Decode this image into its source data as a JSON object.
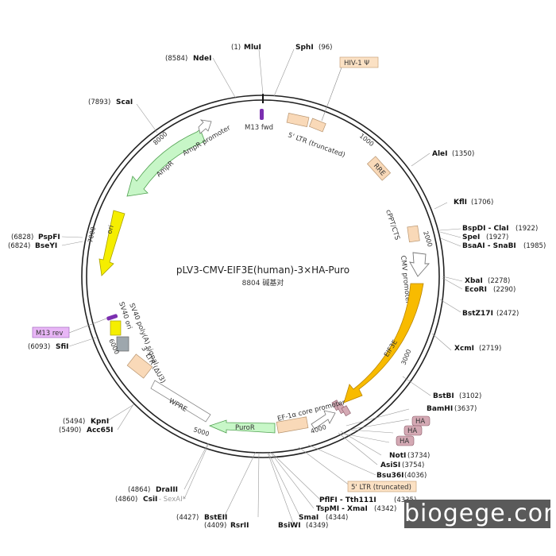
{
  "title": "pLV3-CMV-EIF3E(human)-3×HA-Puro",
  "subtitle": "8804 碱基对",
  "watermark": "biogege.com",
  "colors": {
    "ltr": "#f9d9b8",
    "ampr": "#c7f6c7",
    "ori": "#f5ee00",
    "eif3e": "#f8bb00",
    "puro": "#c8f7c8",
    "sv40ori": "#9ea7ad",
    "ha": "#d4a9b4",
    "m13": "#7b2fb0",
    "tag_hiv": "#fbe1c4",
    "tag_m13rev": "#e8b6f6"
  },
  "sites": {
    "mlui": {
      "pos": "(1)",
      "name": "MluI"
    },
    "sphi": {
      "pos": "(96)",
      "name": "SphI"
    },
    "ndei": {
      "pos": "(8584)",
      "name": "NdeI"
    },
    "scai": {
      "pos": "(7893)",
      "name": "ScaI"
    },
    "alei": {
      "pos": "(1350)",
      "name": "AleI"
    },
    "kfli": {
      "pos": "(1706)",
      "name": "KflI"
    },
    "bspdi": {
      "pos": "(1922)",
      "name": "BspDI - ClaI"
    },
    "spei": {
      "pos": "(1927)",
      "name": "SpeI"
    },
    "bsaai": {
      "pos": "(1985)",
      "name": "BsaAI - SnaBI"
    },
    "xbai": {
      "pos": "(2278)",
      "name": "XbaI"
    },
    "ecori": {
      "pos": "(2290)",
      "name": "EcoRI"
    },
    "bstz17i": {
      "pos": "(2472)",
      "name": "BstZ17I"
    },
    "xcmi": {
      "pos": "(2719)",
      "name": "XcmI"
    },
    "bstbi": {
      "pos": "(3102)",
      "name": "BstBI"
    },
    "bamhi": {
      "pos": "(3637)",
      "name": "BamHI"
    },
    "noti": {
      "pos": "(3734)",
      "name": "NotI"
    },
    "asisi": {
      "pos": "(3754)",
      "name": "AsiSI"
    },
    "bsu36i": {
      "pos": "(4036)",
      "name": "Bsu36I"
    },
    "pflfi": {
      "pos": "(4335)",
      "name": "PflFI - Tth111I"
    },
    "tspmi": {
      "pos": "(4342)",
      "name": "TspMI - XmaI"
    },
    "smai": {
      "pos": "(4344)",
      "name": "SmaI"
    },
    "bsiwi": {
      "pos": "(4349)",
      "name": "BsiWI"
    },
    "rsrii": {
      "pos": "(4409)",
      "name": "RsrII"
    },
    "bsteii": {
      "pos": "(4427)",
      "name": "BstEII"
    },
    "draiii": {
      "pos": "(4864)",
      "name": "DraIII"
    },
    "csii": {
      "pos": "(4860)",
      "name": "CsiI",
      "extra": " - SexAI*"
    },
    "kpni": {
      "pos": "(5494)",
      "name": "KpnI"
    },
    "acc65i": {
      "pos": "(5490)",
      "name": "Acc65I"
    },
    "sfii": {
      "pos": "(6093)",
      "name": "SfiI"
    },
    "pspfi": {
      "pos": "(6828)",
      "name": "PspFI"
    },
    "bseyi": {
      "pos": "(6824)",
      "name": "BseYI"
    }
  },
  "features": {
    "m13fwd": "M13 fwd",
    "ltr5": "5' LTR (truncated)",
    "hiv": "HIV-1 Ψ",
    "rre": "RRE",
    "cppt": "cPPT/CTS",
    "cmv": "CMV promoter",
    "eif3e": "EIF3E",
    "ha1": "HA",
    "ha2": "HA",
    "ha3": "HA",
    "ltr5b": "5' LTR (truncated)",
    "ef1a": "EF-1α core promoter",
    "puror": "PuroR",
    "wpre": "WPRE",
    "ltr3": "3' LTR (ΔU3)",
    "sv40pa": "SV40 poly(A) signal",
    "sv40ori": "SV40 ori",
    "m13rev": "M13 rev",
    "ori": "ori",
    "ampr": "AmpR",
    "amprprom": "AmpR promoter"
  },
  "ticks": {
    "t1000": "1000",
    "t2000": "2000",
    "t3000": "3000",
    "t4000": "4000",
    "t5000": "5000",
    "t6000": "6000",
    "t7000": "7000",
    "t8000": "8000"
  }
}
